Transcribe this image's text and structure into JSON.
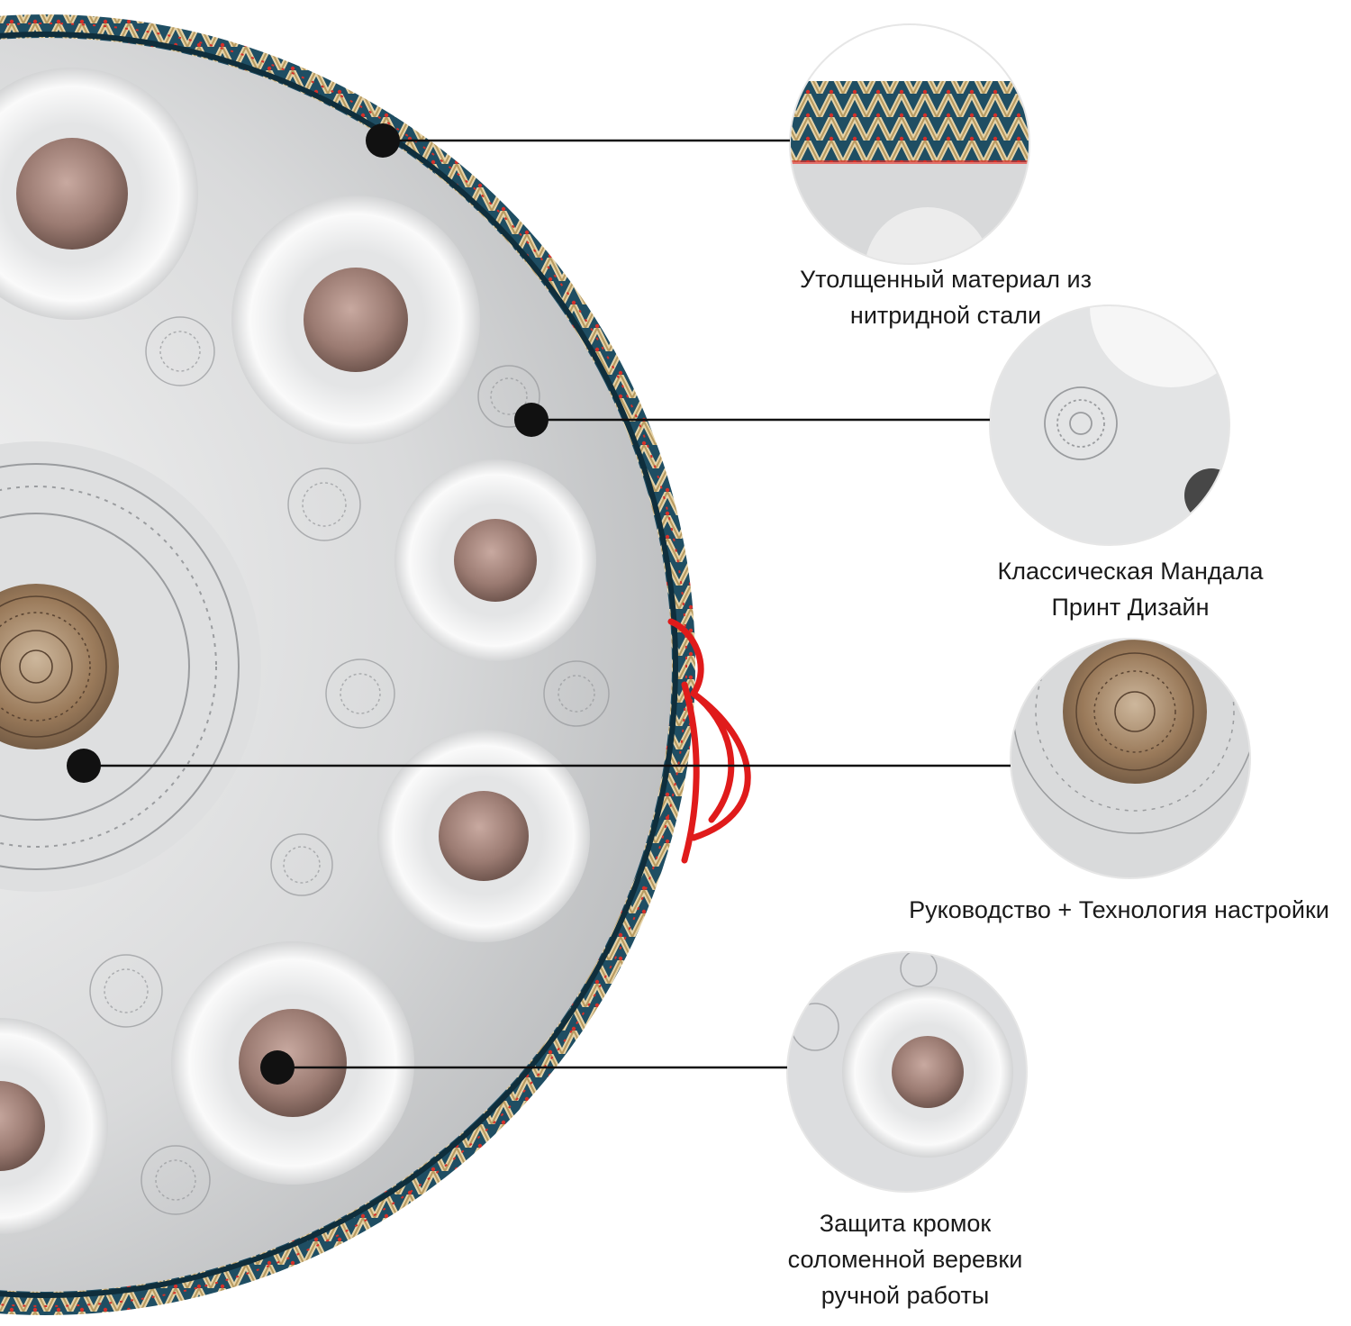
{
  "features": [
    {
      "id": "rim-material",
      "lines": [
        "Утолщенный материал из",
        "нитридной стали"
      ]
    },
    {
      "id": "mandala-print",
      "lines": [
        "Классическая Мандала",
        "Принт Дизайн"
      ]
    },
    {
      "id": "tuning",
      "lines": [
        "Руководство + Технология настройки"
      ]
    },
    {
      "id": "rope-edge",
      "lines": [
        "Защита кромок",
        "соломенной веревки",
        "ручной работы"
      ]
    }
  ],
  "colors": {
    "steel_light": "#f1f1f1",
    "steel_mid": "#c9cacb",
    "steel_dark": "#9fa1a3",
    "note_hole": "#8b6b63",
    "rope_gold": "#cdb07a",
    "rope_blue": "#1f4e63",
    "rope_red": "#d6302a",
    "tie_red": "#e01b1b",
    "bronze": "#9a7a5a",
    "line": "#111111"
  }
}
